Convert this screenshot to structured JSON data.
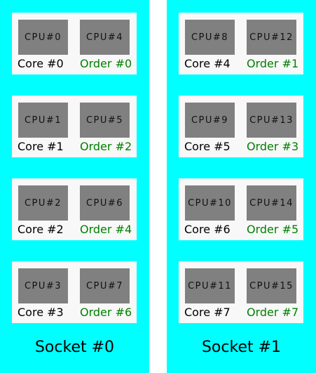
{
  "sockets": [
    {
      "label": "Socket #0",
      "cores": [
        {
          "cpu_a": "CPU#0",
          "cpu_b": "CPU#4",
          "core": "Core #0",
          "order": "Order #0"
        },
        {
          "cpu_a": "CPU#1",
          "cpu_b": "CPU#5",
          "core": "Core #1",
          "order": "Order #2"
        },
        {
          "cpu_a": "CPU#2",
          "cpu_b": "CPU#6",
          "core": "Core #2",
          "order": "Order #4"
        },
        {
          "cpu_a": "CPU#3",
          "cpu_b": "CPU#7",
          "core": "Core #3",
          "order": "Order #6"
        }
      ]
    },
    {
      "label": "Socket #1",
      "cores": [
        {
          "cpu_a": "CPU#8",
          "cpu_b": "CPU#12",
          "core": "Core #4",
          "order": "Order #1"
        },
        {
          "cpu_a": "CPU#9",
          "cpu_b": "CPU#13",
          "core": "Core #5",
          "order": "Order #3"
        },
        {
          "cpu_a": "CPU#10",
          "cpu_b": "CPU#14",
          "core": "Core #6",
          "order": "Order #5"
        },
        {
          "cpu_a": "CPU#11",
          "cpu_b": "CPU#15",
          "core": "Core #7",
          "order": "Order #7"
        }
      ]
    }
  ],
  "colors": {
    "socket_bg": "#00ffff",
    "core_bg": "#f8f8f8",
    "cpu_bg": "#808080",
    "order_text": "#008000"
  }
}
